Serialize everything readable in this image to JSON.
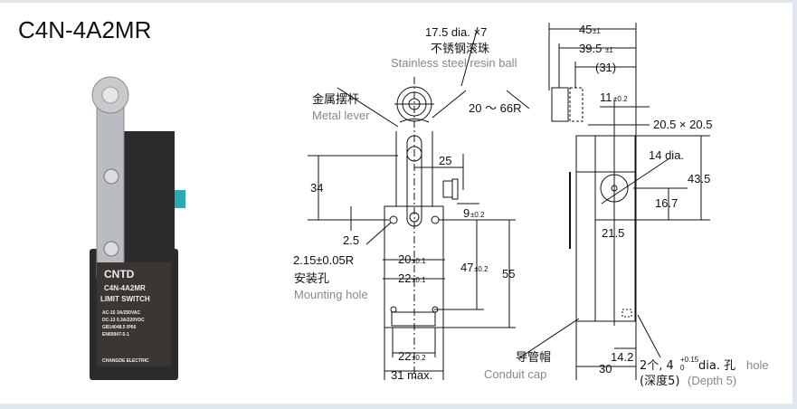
{
  "title": "C4N-4A2MR",
  "product_label": {
    "brand": "CNTD",
    "model": "C4N-4A2MR",
    "type": "LIMIT SWITCH",
    "lines": [
      "AC-15  3A/250VAC",
      "DC-13  0.3A/220VDC",
      "GB14048.5 IP66",
      "EN60947-5-1"
    ],
    "maker": "CHANGDE ELECTRIC"
  },
  "front_view": {
    "roller": "17.5 dia. ×7",
    "roller_cn": "不锈钢滚珠",
    "roller_en": "Stainless steel resin ball",
    "lever_cn": "金属摆杆",
    "lever_en": "Metal lever",
    "radius": "20 ～ 66R",
    "dim_34": "34",
    "dim_25": "25",
    "dim_9": "9",
    "dim_9_tol": "±0.2",
    "dim_2_5": "2.5",
    "hole": "2.15±0.05R",
    "hole_cn": "安装孔",
    "hole_en": "Mounting hole",
    "dim_20": "20",
    "dim_20_tol": "±0.1",
    "dim_22": "22",
    "dim_22_tol": "±0.1",
    "dim_47": "47",
    "dim_47_tol": "±0.2",
    "dim_55": "55",
    "dim_22b": "22",
    "dim_22b_tol": "±0.2",
    "dim_31": "31 max."
  },
  "side_view": {
    "dim_45": "45",
    "dim_45_tol": "±1",
    "dim_39": "39.5",
    "dim_39_tol": "±1",
    "dim_31": "(31)",
    "dim_11": "11",
    "dim_11_tol": "±0.2",
    "dim_sq": "20.5 × 20.5",
    "dia_14": "14 dia.",
    "dim_43": "43.5",
    "dim_16": "16.7",
    "dim_21": "21.5",
    "dim_14_2": "14.2",
    "dim_30": "30",
    "cap_cn": "导管帽",
    "cap_en": "Conduit cap",
    "holes_a": "2个, 4",
    "holes_tol_up": "+0.15",
    "holes_tol_dn": "0",
    "holes_b": " dia. 孔",
    "holes_c": "hole",
    "depth_cn": "(深度5)",
    "depth_en": "(Depth 5)"
  }
}
